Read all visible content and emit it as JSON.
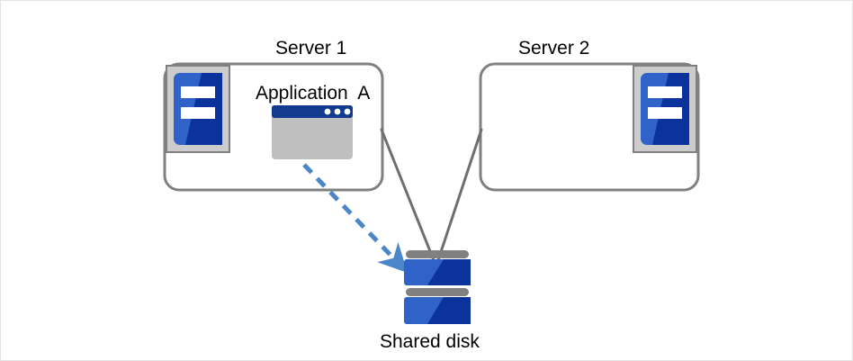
{
  "diagram": {
    "title": "Cluster with shared disk",
    "type": "architecture-diagram",
    "background_color": "#ffffff",
    "border_color": "#e3e3e3"
  },
  "palette": {
    "box_outline": "#808080",
    "connector_line": "#6e6e6e",
    "dashed_arrow": "#4a86c8",
    "icon_blue_light": "#2f63c8",
    "icon_blue_dark": "#0b339b",
    "icon_frame": "#cccccc",
    "icon_frame_border": "#808080",
    "window_titlebar": "#123a8f",
    "window_body": "#bfbfbf",
    "disk_band": "#808080",
    "text": "#000000"
  },
  "nodes": {
    "server1": {
      "label": "Server 1",
      "icon": "server-icon",
      "contains_app": true
    },
    "server2": {
      "label": "Server 2",
      "icon": "server-icon",
      "contains_app": false
    },
    "application": {
      "label": "Application  A",
      "icon": "app-window-icon",
      "window_dots": 3
    },
    "shared_disk": {
      "label": "Shared disk",
      "icon": "disk-stack-icon",
      "platters": 2
    }
  },
  "edges": [
    {
      "name": "server1-to-disk",
      "from": "server1",
      "to": "shared_disk",
      "style": "solid",
      "color": "#6e6e6e",
      "arrow": false
    },
    {
      "name": "server2-to-disk",
      "from": "server2",
      "to": "shared_disk",
      "style": "solid",
      "color": "#6e6e6e",
      "arrow": false
    },
    {
      "name": "application-to-disk",
      "from": "application",
      "to": "shared_disk",
      "style": "dashed",
      "color": "#4a86c8",
      "arrow": true
    }
  ]
}
